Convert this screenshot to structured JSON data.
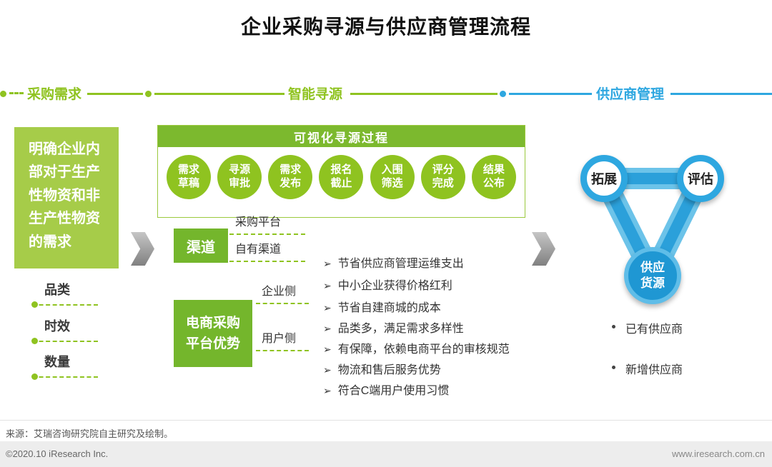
{
  "title": "企业采购寻源与供应商管理流程",
  "timeline": {
    "demand_label": "采购需求",
    "sourcing_label": "智能寻源",
    "supplier_label": "供应商管理"
  },
  "demand": {
    "box_text": "明确企业内部对于生产性物资和非生产性物资的需求",
    "items": [
      "品类",
      "时效",
      "数量"
    ]
  },
  "sourcing": {
    "process_title": "可视化寻源过程",
    "bullet_char": "➢",
    "steps": [
      "需求\n草稿",
      "寻源\n审批",
      "需求\n发布",
      "报名\n截止",
      "入围\n筛选",
      "评分\n完成",
      "结果\n公布"
    ],
    "channel": {
      "label": "渠道",
      "options": [
        "采购平台",
        "自有渠道"
      ]
    },
    "platform": {
      "label": "电商采购\n平台优势",
      "enterprise_side": {
        "label": "企业侧",
        "points": [
          "节省供应商管理运维支出",
          "中小企业获得价格红利",
          "节省自建商城的成本"
        ]
      },
      "user_side": {
        "label": "用户侧",
        "points": [
          "品类多，满足需求多样性",
          "有保障，依赖电商平台的审核规范",
          "物流和售后服务优势",
          "符合C端用户使用习惯"
        ]
      }
    }
  },
  "supplier": {
    "nodes": [
      "拓展",
      "评估",
      "供应\n货源"
    ],
    "bullets": [
      "已有供应商",
      "新增供应商"
    ]
  },
  "footer": {
    "source": "来源：艾瑞咨询研究院自主研究及绘制。",
    "copyright": "©2020.10 iResearch Inc.",
    "website": "www.iresearch.com.cn"
  },
  "colors": {
    "green": "#8fc320",
    "light_green": "#a6cc49",
    "dark_green": "#74b62c",
    "blue": "#2ea7e0"
  }
}
